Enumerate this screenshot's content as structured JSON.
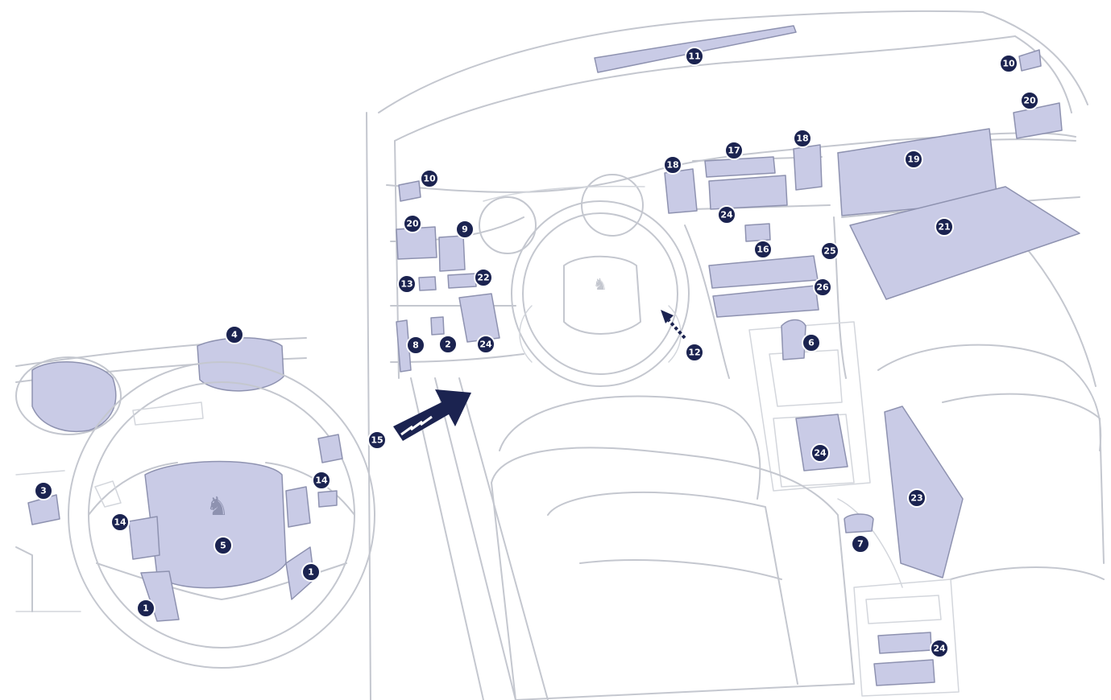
{
  "markers": [
    {
      "id": "m1a",
      "label": "1"
    },
    {
      "id": "m1b",
      "label": "1"
    },
    {
      "id": "m2",
      "label": "2"
    },
    {
      "id": "m3",
      "label": "3"
    },
    {
      "id": "m4",
      "label": "4"
    },
    {
      "id": "m5",
      "label": "5"
    },
    {
      "id": "m6",
      "label": "6"
    },
    {
      "id": "m7",
      "label": "7"
    },
    {
      "id": "m8",
      "label": "8"
    },
    {
      "id": "m9",
      "label": "9"
    },
    {
      "id": "m10a",
      "label": "10"
    },
    {
      "id": "m10b",
      "label": "10"
    },
    {
      "id": "m11",
      "label": "11"
    },
    {
      "id": "m12",
      "label": "12"
    },
    {
      "id": "m13",
      "label": "13"
    },
    {
      "id": "m14a",
      "label": "14"
    },
    {
      "id": "m14b",
      "label": "14"
    },
    {
      "id": "m15",
      "label": "15"
    },
    {
      "id": "m16",
      "label": "16"
    },
    {
      "id": "m17",
      "label": "17"
    },
    {
      "id": "m18a",
      "label": "18"
    },
    {
      "id": "m18b",
      "label": "18"
    },
    {
      "id": "m19",
      "label": "19"
    },
    {
      "id": "m20a",
      "label": "20"
    },
    {
      "id": "m20b",
      "label": "20"
    },
    {
      "id": "m21",
      "label": "21"
    },
    {
      "id": "m22",
      "label": "22"
    },
    {
      "id": "m23",
      "label": "23"
    },
    {
      "id": "m24a",
      "label": "24"
    },
    {
      "id": "m24b",
      "label": "24"
    },
    {
      "id": "m24c",
      "label": "24"
    },
    {
      "id": "m24d",
      "label": "24"
    },
    {
      "id": "m25",
      "label": "25"
    },
    {
      "id": "m26",
      "label": "26"
    }
  ],
  "colors": {
    "marker_fill": "#1b2350",
    "highlight_fill": "#c9cbe6",
    "outline": "#c4c7cf"
  },
  "icons": {
    "brand_logo": "lion-logo-icon",
    "callout_arrow": "large-arrow-icon",
    "dotted_arrow": "dotted-arrow-icon"
  }
}
